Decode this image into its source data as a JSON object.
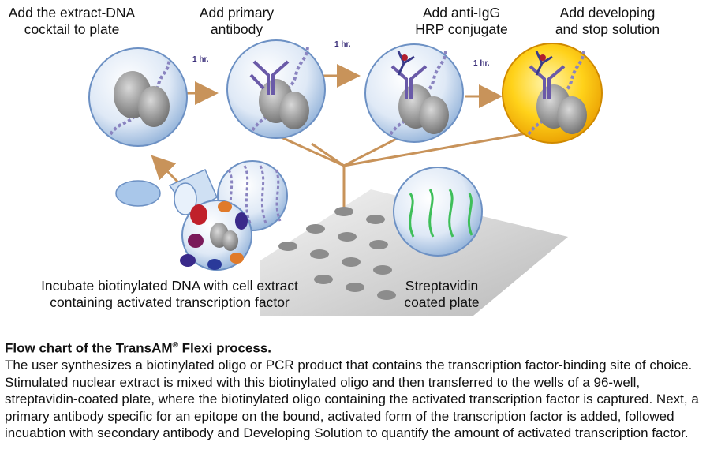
{
  "steps": {
    "step1": {
      "line1": "Add the extract-DNA",
      "line2": "cocktail to plate"
    },
    "step2": {
      "line1": "Add primary",
      "line2": "antibody"
    },
    "step3": {
      "line1": "Add anti-IgG",
      "line2": "HRP conjugate"
    },
    "step4": {
      "line1": "Add developing",
      "line2": "and stop solution"
    }
  },
  "times": {
    "t1": "1 hr.",
    "t2": "1 hr.",
    "t3": "1 hr."
  },
  "bottom_labels": {
    "incubate": {
      "line1": "Incubate biotinylated DNA with cell extract",
      "line2": "containing activated transcription factor"
    },
    "plate": {
      "line1": "Streptavidin",
      "line2": "coated plate"
    }
  },
  "caption": {
    "title": "Flow chart of the TransAM",
    "title_mark": "®",
    "title_end": " Flexi process.",
    "body": "The user synthesizes a biotinylated oligo or PCR product that contains the transcription factor-binding site of choice. Stimulated nuclear extract is mixed with this biotinylated oligo and then transferred to the wells of a 96-well, streptavidin-coated plate, where the biotinylated oligo containing the activated transcription factor is captured. Next, a primary antibody specific for an epitope on the bound, activated form of the transcription factor is added, followed incuabtion with secondary antibody and Developing Solution to quantify the amount of activated transcription factor."
  },
  "colors": {
    "arrow": "#c8935a",
    "bubble": "#c9daf0",
    "yellow": "#f5b800",
    "antibody": "#6a5aa8",
    "dna": "#8a84c0"
  }
}
